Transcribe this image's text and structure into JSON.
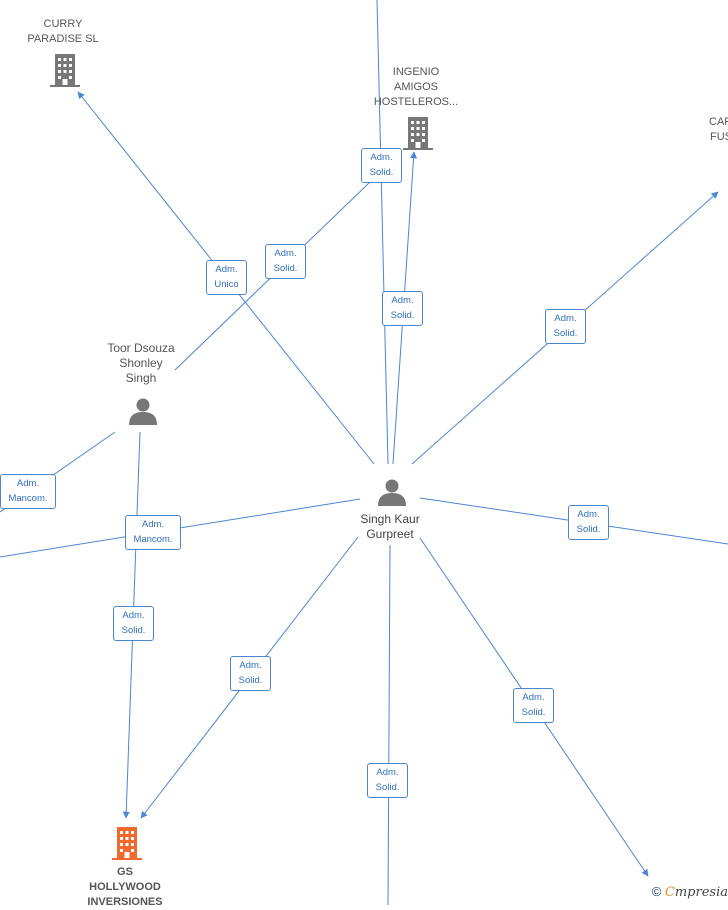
{
  "colors": {
    "edge": "#4a86d4",
    "company_icon": "#777777",
    "person_icon": "#777777",
    "highlight_icon": "#f26a2e"
  },
  "nodes": {
    "curry": {
      "lines": [
        "CURRY",
        "PARADISE  SL"
      ],
      "icon": "building-icon"
    },
    "ingenio": {
      "lines": [
        "INGENIO",
        "AMIGOS",
        "HOSTELEROS..."
      ],
      "icon": "building-icon"
    },
    "car": {
      "lines": [
        "CAR",
        "FUS"
      ],
      "icon": "building-icon"
    },
    "toor": {
      "lines": [
        "Toor Dsouza",
        "Shonley",
        "Singh"
      ],
      "icon": "person-icon"
    },
    "singh": {
      "lines": [
        "Singh Kaur",
        "Gurpreet"
      ],
      "icon": "person-icon"
    },
    "gs": {
      "lines": [
        "GS",
        "HOLLYWOOD",
        "INVERSIONES"
      ],
      "icon": "building-icon"
    }
  },
  "edge_labels": [
    {
      "lines": [
        "Adm.",
        "Solid."
      ]
    },
    {
      "lines": [
        "Adm.",
        "Solid."
      ]
    },
    {
      "lines": [
        "Adm.",
        "Unico"
      ]
    },
    {
      "lines": [
        "Adm.",
        "Solid."
      ]
    },
    {
      "lines": [
        "Adm.",
        "Solid."
      ]
    },
    {
      "lines": [
        "Adm.",
        "Mancom."
      ]
    },
    {
      "lines": [
        "Adm.",
        "Mancom."
      ]
    },
    {
      "lines": [
        "Adm.",
        "Solid."
      ]
    },
    {
      "lines": [
        "Adm.",
        "Solid."
      ]
    },
    {
      "lines": [
        "Adm.",
        "Solid."
      ]
    },
    {
      "lines": [
        "Adm.",
        "Solid."
      ]
    },
    {
      "lines": [
        "Adm.",
        "Solid."
      ]
    }
  ],
  "watermark": {
    "copyright": "©",
    "brand_initial": "C",
    "brand_rest": "mpresia"
  }
}
